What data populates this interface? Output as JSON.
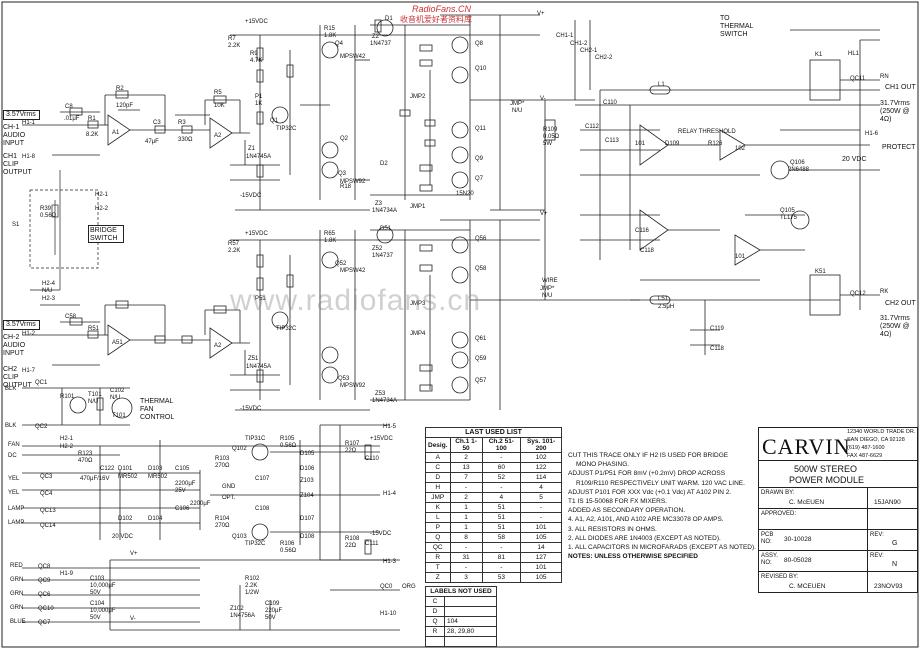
{
  "watermark": {
    "top": "RadioFans.CN",
    "top_cn": "收音机爱好者资料库",
    "center": "www.radiofans.cn"
  },
  "inputs": {
    "ch1_level": "3.57Vrms",
    "ch1_label": "CH-1 AUDIO INPUT",
    "ch1_clip": "CH1 CLIP OUTPUT",
    "ch2_level": "3.57Vrms",
    "ch2_label": "CH-2 AUDIO INPUT",
    "ch2_clip": "CH2 CLIP OUTPUT",
    "bridge_switch": "BRIDGE SWITCH",
    "thermal_fan": "THERMAL FAN CONTROL"
  },
  "outputs": {
    "ch1_out": "CH1 OUT",
    "ch1_level": "31.7Vrms (250W @ 4Ω)",
    "ch2_out": "CH2 OUT",
    "ch2_level": "31.7Vrms (250W @ 4Ω)",
    "to_thermal": "TO THERMAL SWITCH",
    "relay_threshold": "RELAY THRESHOLD",
    "protect": "PROTECT",
    "vdc20": "20 VDC"
  },
  "rails": {
    "pos15": "+15VDC",
    "neg15": "-15VDC",
    "vplus": "V+",
    "vminus": "V-"
  },
  "last_used_list": {
    "title": "LAST USED LIST",
    "headers": [
      "Desig.",
      "Ch.1  1-50",
      "Ch.2  51-100",
      "Sys. 101-200"
    ],
    "rows": [
      [
        "A",
        "2",
        "-",
        "102"
      ],
      [
        "C",
        "13",
        "60",
        "122"
      ],
      [
        "D",
        "7",
        "52",
        "114"
      ],
      [
        "H",
        "-",
        "-",
        "4"
      ],
      [
        "JMP",
        "2",
        "4",
        "5"
      ],
      [
        "K",
        "1",
        "51",
        "-"
      ],
      [
        "L",
        "1",
        "51",
        "-"
      ],
      [
        "P",
        "1",
        "51",
        "101"
      ],
      [
        "Q",
        "8",
        "58",
        "105"
      ],
      [
        "QC",
        "-",
        "-",
        "14"
      ],
      [
        "R",
        "31",
        "81",
        "127"
      ],
      [
        "T",
        "-",
        "-",
        "101"
      ],
      [
        "Z",
        "3",
        "53",
        "105"
      ]
    ]
  },
  "labels_not_used": {
    "title": "LABELS NOT USED",
    "rows": [
      [
        "C",
        ""
      ],
      [
        "D",
        ""
      ],
      [
        "Q",
        "104"
      ],
      [
        "R",
        "28, 29,80"
      ],
      [
        "",
        ""
      ]
    ]
  },
  "notes": {
    "lines": [
      "CUT THIS TRACE ONLY IF H2 IS USED FOR BRIDGE",
      "MONO PHASING.",
      "ADJUST P1/P51 FOR 8mV (+0.2mV) DROP ACROSS",
      "R109/R110 RESPECTIVELY UNIT WARM. 120 VAC LINE.",
      "ADJUST P101 FOR XXX Vdc (+0.1 Vdc) AT A102 PIN 2.",
      "T1 IS 15-50068 FOR FX MIXERS.",
      "ADDED AS SECONDARY OPERATION.",
      "4.  A1, A2, A101, AND A102 ARE MC33078 OP AMPS.",
      "3.  ALL RESISTORS IN OHMS.",
      "2.  ALL DIODES ARE 1N4003 (EXCEPT AS NOTED).",
      "1.  ALL CAPACITORS IN MICROFARADS (EXCEPT AS NOTED)."
    ],
    "footer": "NOTES:  UNLESS OTHERWISE SPECIFIED"
  },
  "title_block": {
    "company": "CARVIN",
    "address1": "12340 WORLD TRADE DR.",
    "address2": "SAN DIEGO, CA  92128",
    "phone": "(619)  487-1600",
    "fax": "FAX 487-6629",
    "title1": "500W STEREO",
    "title2": "POWER MODULE",
    "drawn_by_label": "DRAWN BY:",
    "drawn_by": "C. McEUEN",
    "date1": "15JAN90",
    "approved_label": "APPROVED:",
    "pcb_label": "PCB NO:",
    "pcb_no": "30-10028",
    "rev_label": "REV:",
    "rev1": "G",
    "assy_label": "ASSY. NO:",
    "assy_no": "80-05028",
    "rev2": "N",
    "revised_label": "REVISED BY:",
    "revised_by": "C. MCEUEN",
    "date2": "23NOV93"
  },
  "power_section": {
    "fan": "FAN",
    "dc": "DC",
    "yel": "YEL",
    "lamp": "LAMP",
    "red": "RED",
    "grn": "GRN",
    "blue": "BLUE",
    "blk": "BLK",
    "org": "ORG",
    "opt": "OPT.",
    "gnd": "GND",
    "vdc20": "20 VDC"
  }
}
